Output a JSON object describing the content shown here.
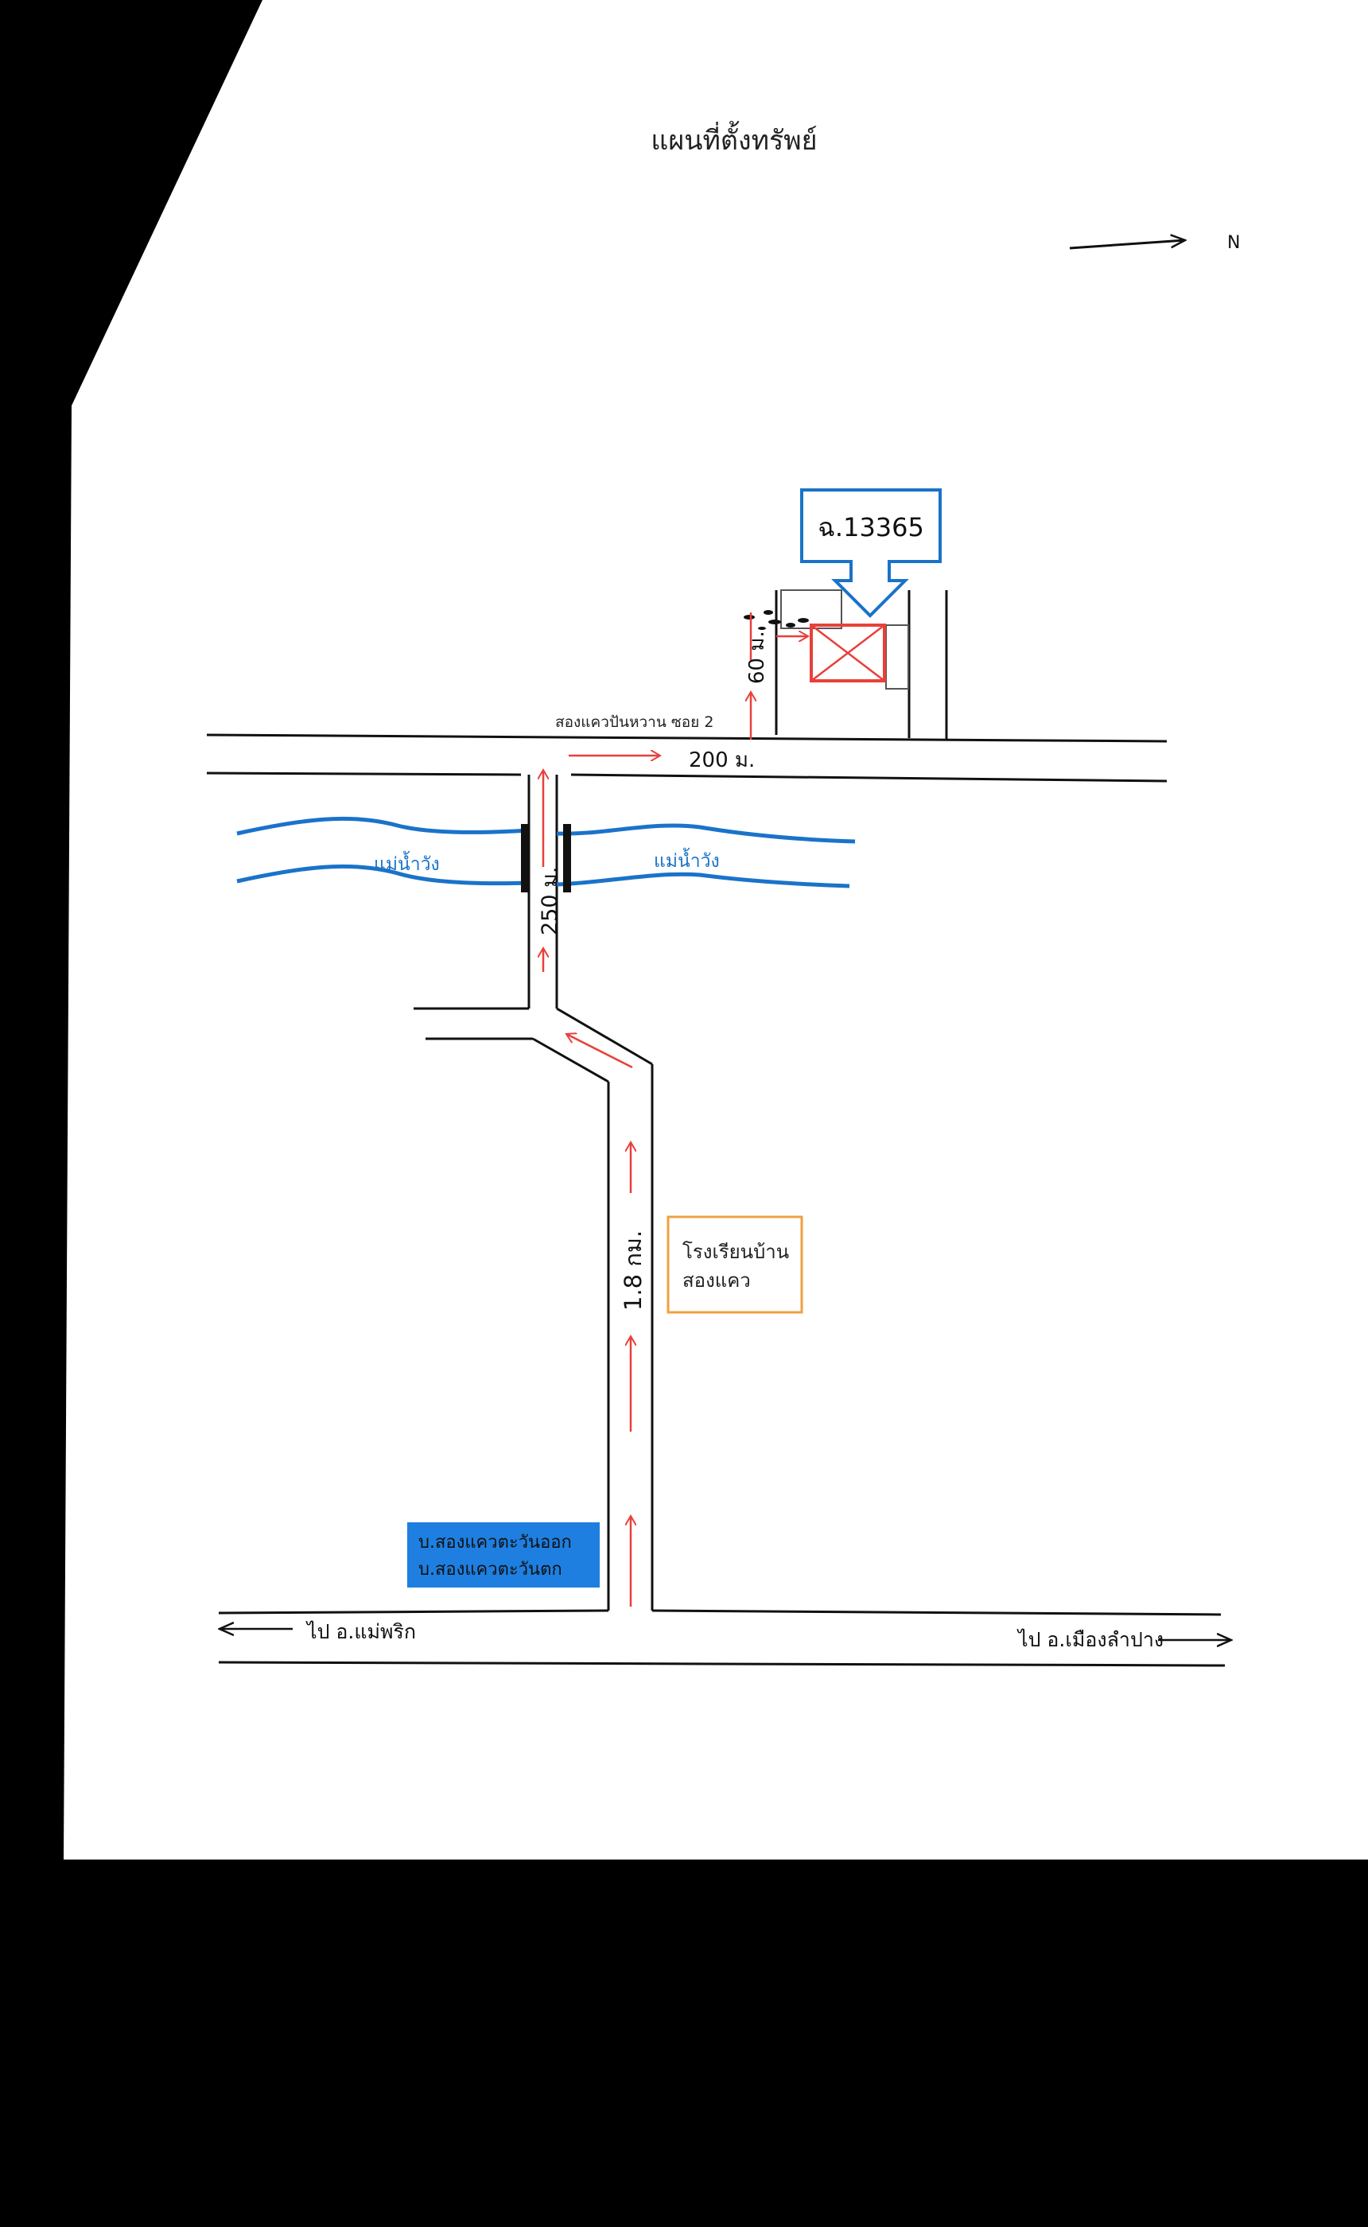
{
  "title": "แผนที่ตั้งทรัพย์",
  "north_label": "N",
  "property_label": "ฉ.13365",
  "soi_label": "สองแควปันหวาน  ซอย 2",
  "distances": {
    "d60": "60 ม.",
    "d200": "200 ม.",
    "d250": "250 ม.",
    "d18": "1.8 กม."
  },
  "river_label": "แม่น้ำวัง",
  "school_label": {
    "line1": "โรงเรียนบ้าน",
    "line2": "สองแคว"
  },
  "village_label": {
    "line1": "บ.สองแควตะวันออก",
    "line2": "บ.สองแควตะวันตก"
  },
  "to_left_label": "ไป อ.แม่พริก",
  "to_right_label": "ไป อ.เมืองลำปาง",
  "colors": {
    "route": "#e8403a",
    "river": "#1a73c9",
    "property_box": "#e8403a",
    "callout": "#1a73c9",
    "school_border": "#f0a040",
    "village_fill": "#1e7fe0"
  }
}
